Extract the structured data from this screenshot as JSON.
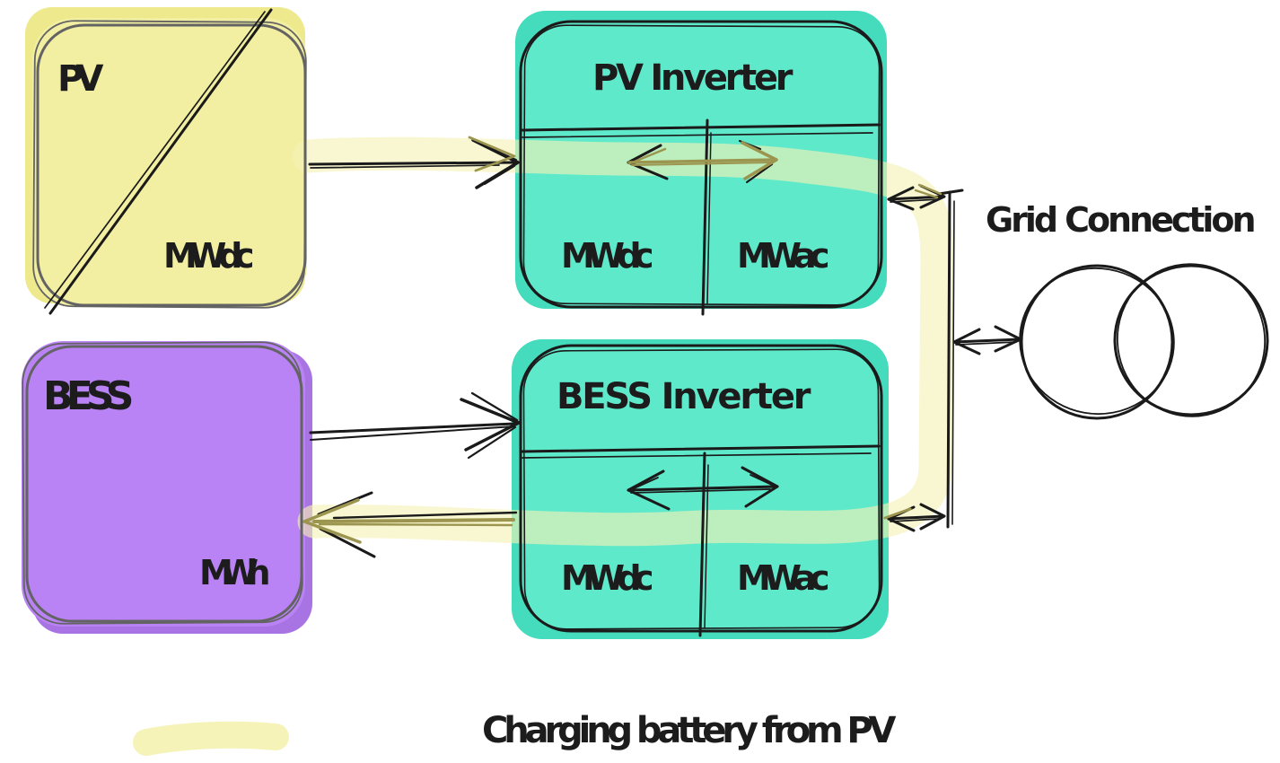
{
  "nodes": {
    "pv": {
      "label": "PV",
      "capacity_unit": "MWdc"
    },
    "pv_inverter": {
      "title": "PV Inverter",
      "dc_label": "MWdc",
      "ac_label": "MWac"
    },
    "bess": {
      "label": "BESS",
      "capacity_unit": "MWh"
    },
    "bess_inverter": {
      "title": "BESS Inverter",
      "dc_label": "MWdc",
      "ac_label": "MWac"
    },
    "grid": {
      "label": "Grid Connection"
    }
  },
  "legend": {
    "highlight_label": "Charging battery from PV"
  },
  "colors": {
    "ink": "#1A1A1A",
    "sketch_gray": "#636363",
    "pv_fill": "#F2EFA2",
    "pv_underlay": "#EDE98C",
    "inverter_fill": "#5FE9CB",
    "inverter_underlay": "#45DCBD",
    "bess_fill": "#B983F5",
    "bess_underlay": "#A873E3",
    "highlight": "#F6F2B4",
    "highlight_over_ink": "#9C954F"
  }
}
